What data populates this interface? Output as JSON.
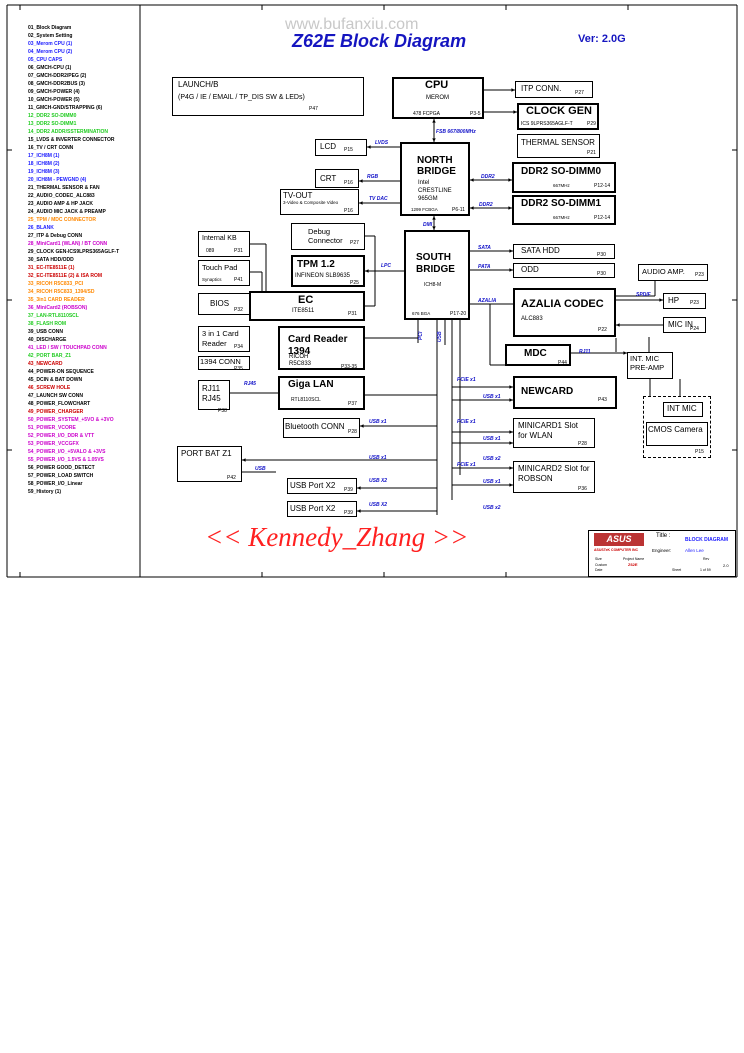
{
  "watermark": "www.bufanxiu.com",
  "title": "Z62E Block Diagram",
  "version": "Ver: 2.0G",
  "signature": "<< Kennedy_Zhang >>",
  "toc": [
    {
      "text": "01_Block Diagram",
      "color": "#000000"
    },
    {
      "text": "02_System Setting",
      "color": "#000000"
    },
    {
      "text": "03_Merom CPU (1)",
      "color": "#1a1aff"
    },
    {
      "text": "04_Merom CPU (2)",
      "color": "#1a1aff"
    },
    {
      "text": "05_CPU CAPS",
      "color": "#1a1aff"
    },
    {
      "text": "06_GMCH-CPU (1)",
      "color": "#000000"
    },
    {
      "text": "07_GMCH-DDR2/PEG (2)",
      "color": "#000000"
    },
    {
      "text": "08_GMCH-DDR2BUS (3)",
      "color": "#000000"
    },
    {
      "text": "09_GMCH-POWER (4)",
      "color": "#000000"
    },
    {
      "text": "10_GMCH-POWER (5)",
      "color": "#000000"
    },
    {
      "text": "11_GMCH-GND/STRAPPING (6)",
      "color": "#000000"
    },
    {
      "text": "12_DDR2 SO-DIMM0",
      "color": "#22cc22"
    },
    {
      "text": "13_DDR2 SO-DIMM1",
      "color": "#22cc22"
    },
    {
      "text": "14_DDR2 ADDR/SSTERMINATION",
      "color": "#22cc22"
    },
    {
      "text": "15_LVDS & INVERTER CONNECTOR",
      "color": "#000000"
    },
    {
      "text": "16_TV / CRT CONN",
      "color": "#000000"
    },
    {
      "text": "17_ICH8M (1)",
      "color": "#1a1aff"
    },
    {
      "text": "18_ICH8M (2)",
      "color": "#1a1aff"
    },
    {
      "text": "19_ICH8M (3)",
      "color": "#1a1aff"
    },
    {
      "text": "20_ICH8M - PEWGND (4)",
      "color": "#1a1aff"
    },
    {
      "text": "21_THERMAL SENSOR & FAN",
      "color": "#000000"
    },
    {
      "text": "22_AUDIO_CODEC_ALC883",
      "color": "#000000"
    },
    {
      "text": "23_AUDIO AMP & HP JACK",
      "color": "#000000"
    },
    {
      "text": "24_AUDIO MIC JACK & PREAMP",
      "color": "#000000"
    },
    {
      "text": "25_TPM / MDC CONNECTOR",
      "color": "#ff8800"
    },
    {
      "text": "26_BLANK",
      "color": "#1a1aff"
    },
    {
      "text": "27_ITP & Debug CONN",
      "color": "#000000"
    },
    {
      "text": "28_MiniCard1 (WLAN) / BT CONN",
      "color": "#cc00cc"
    },
    {
      "text": "29_CLOCK GEN-ICS9LPRS365AGLF-T",
      "color": "#000000"
    },
    {
      "text": "30_SATA HDD/ODD",
      "color": "#000000"
    },
    {
      "text": "31_EC-ITE8511E (1)",
      "color": "#cc0000"
    },
    {
      "text": "32_EC-ITE8511E (2) & ISA ROM",
      "color": "#cc0000"
    },
    {
      "text": "33_RICOH R5C833_PCI",
      "color": "#ff8800"
    },
    {
      "text": "34_RICOH R5C833_1394/SD",
      "color": "#ff8800"
    },
    {
      "text": "35_3in1 CARD READER",
      "color": "#ff8800"
    },
    {
      "text": "36_MiniCard2 (ROBSON)",
      "color": "#cc00cc"
    },
    {
      "text": "37_LAN-RTL8110SCL",
      "color": "#22cc22"
    },
    {
      "text": "38_FLASH ROM",
      "color": "#22cc22"
    },
    {
      "text": "39_USB CONN",
      "color": "#000000"
    },
    {
      "text": "40_DISCHARGE",
      "color": "#000000"
    },
    {
      "text": "41_LED / SW / TOUCHPAD CONN",
      "color": "#cc00cc"
    },
    {
      "text": "42_PORT BAR_Z1",
      "color": "#22cc22"
    },
    {
      "text": "43_NEWCARD",
      "color": "#cc0000"
    },
    {
      "text": "44_POWER-ON SEQUENCE",
      "color": "#000000"
    },
    {
      "text": "45_DCIN & BAT DOWN",
      "color": "#000000"
    },
    {
      "text": "46_SCREW HOLE",
      "color": "#cc0000"
    },
    {
      "text": "47_LAUNCH SW CONN",
      "color": "#000000"
    },
    {
      "text": "48_POWER_FLOWCHART",
      "color": "#000000"
    },
    {
      "text": "49_POWER_CHARGER",
      "color": "#cc0000"
    },
    {
      "text": "50_POWER_SYSTEM_+5VO & +3VO",
      "color": "#cc00cc"
    },
    {
      "text": "51_POWER_VCORE",
      "color": "#cc00cc"
    },
    {
      "text": "52_POWER_I/O_DDR & VTT",
      "color": "#cc00cc"
    },
    {
      "text": "53_POWER_VCCGFX",
      "color": "#cc00cc"
    },
    {
      "text": "54_POWER_I/O_+5VALO & +3VS",
      "color": "#cc00cc"
    },
    {
      "text": "55_POWER_I/O_1.5VS & 1.05VS",
      "color": "#cc00cc"
    },
    {
      "text": "56_POWER GOOD_DETECT",
      "color": "#000000"
    },
    {
      "text": "57_POWER_LOAD SWITCH",
      "color": "#000000"
    },
    {
      "text": "58_POWER_I/O_Linear",
      "color": "#000000"
    },
    {
      "text": "59_History (1)",
      "color": "#000000"
    }
  ],
  "blocks": {
    "launch": {
      "title": "LAUNCH/B",
      "sub": "(P4G / IE / EMAIL / TP_DIS SW & LEDs)",
      "page": "P47"
    },
    "cpu": {
      "title": "CPU",
      "sub": "MEROM",
      "pkg": "478 FCPGA",
      "page": "P3-5"
    },
    "itp": {
      "title": "ITP CONN.",
      "page": "P27"
    },
    "clockgen": {
      "title": "CLOCK GEN",
      "sub": "ICS 9LPRS365AGLF-T",
      "page": "P29"
    },
    "thermal": {
      "title": "THERMAL SENSOR",
      "page": "P21"
    },
    "lcd": {
      "title": "LCD",
      "page": "P15"
    },
    "crt": {
      "title": "CRT",
      "page": "P16"
    },
    "tvout": {
      "title": "TV-OUT",
      "sub": "3-Video & Composite Video",
      "page": "P16"
    },
    "northbridge": {
      "title": "NORTH BRIDGE",
      "sub1": "Intel",
      "sub2": "CRESTLINE",
      "sub3": "965GM",
      "pkg": "1299 FCBGA",
      "page": "P6-11"
    },
    "dimm0": {
      "title": "DDR2 SO-DIMM0",
      "freq": "667MHz",
      "page": "P12-14"
    },
    "dimm1": {
      "title": "DDR2 SO-DIMM1",
      "freq": "667MHz",
      "page": "P12-14"
    },
    "internalkb": {
      "title": "Internal KB",
      "sub": "089",
      "page": "P31"
    },
    "debug": {
      "title": "Debug Connector",
      "page": "P27"
    },
    "touchpad": {
      "title": "Touch Pad",
      "sub": "Synaptics",
      "page": "P41"
    },
    "tpm": {
      "title": "TPM 1.2",
      "sub": "INFINEON SLB9635",
      "page": "P25"
    },
    "southbridge": {
      "title": "SOUTH BRIDGE",
      "sub": "ICH8-M",
      "pkg": "676 BGA",
      "page": "P17-20"
    },
    "satahdd": {
      "title": "SATA HDD",
      "page": "P30"
    },
    "odd": {
      "title": "ODD",
      "page": "P30"
    },
    "audioamp": {
      "title": "AUDIO AMP.",
      "page": "P23"
    },
    "bios": {
      "title": "BIOS",
      "page": "P32"
    },
    "ec": {
      "title": "EC",
      "sub": "ITE8511",
      "page": "P31"
    },
    "azalia": {
      "title": "AZALIA CODEC",
      "sub": "ALC883",
      "page": "P22"
    },
    "hp": {
      "title": "HP",
      "page": "P23"
    },
    "micin": {
      "title": "MIC IN",
      "page": "P24"
    },
    "cardslot": {
      "title": "3 in 1 Card Reader",
      "page": "P34"
    },
    "cardreader": {
      "title": "Card Reader 1394",
      "sub1": "RICOH",
      "sub2": "R5C833",
      "page": "P33-35"
    },
    "conn1394": {
      "title": "1394 CONN",
      "page": "P35"
    },
    "mdc": {
      "title": "MDC",
      "page": "P44"
    },
    "intmicpre": {
      "title": "INT. MIC PRE-AMP"
    },
    "rj": {
      "title1": "RJ11",
      "title2": "RJ45",
      "page": "P38"
    },
    "gigalan": {
      "title": "Giga LAN",
      "sub": "RTL8110SCL",
      "page": "P37"
    },
    "newcard": {
      "title": "NEWCARD",
      "page": "P43"
    },
    "intmic": {
      "title": "INT MIC"
    },
    "cmos": {
      "title": "CMOS Camera",
      "page": "P15"
    },
    "bt": {
      "title": "Bluetooth CONN",
      "page": "P28"
    },
    "minicard1": {
      "title": "MINICARD1 Slot for WLAN",
      "page": "P28"
    },
    "portbar": {
      "title": "PORT BAT Z1",
      "page": "P42"
    },
    "minicard2": {
      "title": "MINICARD2 Slot for ROBSON",
      "page": "P36"
    },
    "usb1": {
      "title": "USB Port X2",
      "page": "P39"
    },
    "usb2": {
      "title": "USB Port X2",
      "page": "P39"
    }
  },
  "buses": {
    "fsb": "FSB 667/800MHz",
    "lvds": "LVDS",
    "rgb": "RGB",
    "tvdac": "TV DAC",
    "ddr2a": "DDR2",
    "ddr2b": "DDR2",
    "dmi": "DMI",
    "lpc": "LPC",
    "sata": "SATA",
    "pata": "PATA",
    "azalia": "AZALIA",
    "spdif": "SPDIF",
    "pci": "PCI",
    "usb_top": "USB",
    "rj_link": "RJ45",
    "mdc_link": "RJ11",
    "pcie1": "PCIE x1",
    "usbx1a": "USB x1",
    "pcie2": "PCIE x1",
    "usbx1b": "USB x1",
    "usbx1c": "USB x1",
    "pcie3": "PCIE x1",
    "usbx1d": "USB x1",
    "usbx1e": "USB x1",
    "usbx2a": "USB X2",
    "usbx2b": "USB x2",
    "usbx2c": "USB X2",
    "usbx2d": "USB x2",
    "usb_portbar": "USB"
  },
  "titleblock": {
    "logo": "ASUS",
    "company": "ASUSTeK COMPUTER INC",
    "title_label": "Title :",
    "title_value": "BLOCK DIAGRAM",
    "engineer_label": "Engineer:",
    "engineer_value": "Allen Lee",
    "size_label": "Size",
    "project_label": "Project Name",
    "project_value": "Z62E",
    "rev_label": "Rev",
    "rev_value": "2.0",
    "custom": "Custom",
    "date_label": "Date",
    "sheet_label": "Sheet",
    "sheet_value": "1 of 59"
  }
}
